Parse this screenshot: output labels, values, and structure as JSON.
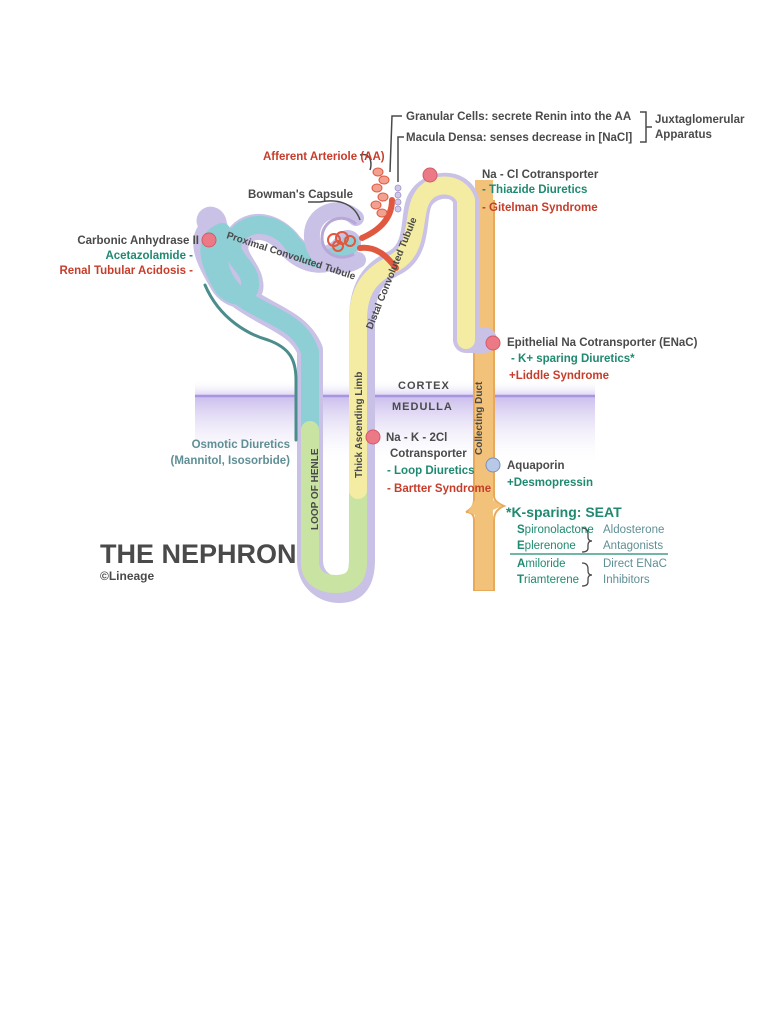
{
  "title": "THE NEPHRON",
  "credit": "©Lineage",
  "regions": {
    "cortex": "CORTEX",
    "medulla": "MEDULLA"
  },
  "segments": {
    "pct": "Proximal Convoluted Tubule",
    "dct": "Distal Convoluted Tubule",
    "tal": "Thick Ascending Limb",
    "loop": "LOOP OF HENLE",
    "cd": "Collecting Duct"
  },
  "labels": {
    "granular": "Granular Cells: secrete Renin into the AA",
    "macula": "Macula Densa: senses decrease in [NaCl]",
    "jga_1": "Juxtaglomerular",
    "jga_2": "Apparatus",
    "afferent": "Afferent Arteriole (AA)",
    "bowman": "Bowman's Capsule",
    "ca_1": "Carbonic Anhydrase II",
    "ca_2": "Acetazolamide -",
    "ca_3": "Renal Tubular Acidosis -",
    "ncc_1": "Na - Cl Cotransporter",
    "ncc_2": "- Thiazide Diuretics",
    "ncc_3": "- Gitelman Syndrome",
    "enac_1": "Epithelial Na Cotransporter (ENaC)",
    "enac_2": "- K+ sparing Diuretics*",
    "enac_3": "+Liddle Syndrome",
    "osm_1": "Osmotic Diuretics",
    "osm_2": "(Mannitol, Isosorbide)",
    "nkcc_1": "Na - K - 2Cl",
    "nkcc_2": "Cotransporter",
    "nkcc_3": "- Loop Diuretics",
    "nkcc_4": "- Bartter Syndrome",
    "aqp_1": "Aquaporin",
    "aqp_2": "+Desmopressin"
  },
  "seat": {
    "heading": "*K-sparing: SEAT",
    "drugs": [
      {
        "initial": "S",
        "rest": "pironolactone"
      },
      {
        "initial": "E",
        "rest": "plerenone"
      },
      {
        "initial": "A",
        "rest": "miloride"
      },
      {
        "initial": "T",
        "rest": "riamterene"
      }
    ],
    "group1_a": "Aldosterone",
    "group1_b": "Antagonists",
    "group2_a": "Direct ENaC",
    "group2_b": "Inhibitors"
  },
  "colors": {
    "pct": "#8ecfd6",
    "loop": "#c9e3a3",
    "dct": "#f3eca2",
    "cd": "#f2c27a",
    "outline": "#c9c1e6",
    "medulla": "#b9a7e6",
    "transporter": "#ec7a86",
    "afferent": "#e0583f",
    "red_text": "#c63d2b",
    "green_text": "#1f8a70"
  }
}
